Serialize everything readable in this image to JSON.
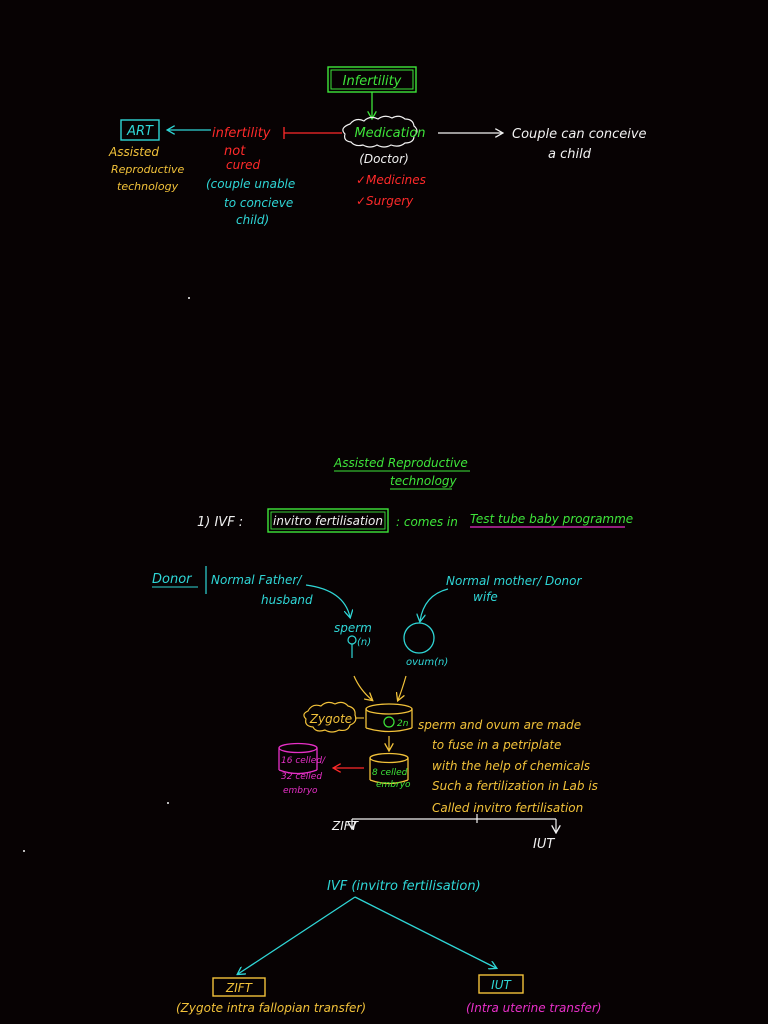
{
  "colors": {
    "background": "#070203",
    "green": "#3ee53a",
    "cyan": "#2fd6d6",
    "yellow": "#f2c23a",
    "red": "#ff2a2a",
    "white": "#f2f2f2",
    "magenta": "#e830c8",
    "brown": "#d4a82a"
  },
  "top": {
    "infertility": "Infertility",
    "medication": "Medication",
    "doctor": "(Doctor)",
    "medicines": "✓Medicines",
    "surgery": "✓Surgery",
    "couple_line1": "Couple can conceive",
    "couple_line2": "a child",
    "not_cured_1": "infertility",
    "not_cured_2": "not",
    "not_cured_3": "cured",
    "unable_1": "(couple unable",
    "unable_2": "to concieve",
    "unable_3": "child)",
    "art": "ART",
    "art_full_1": "Assisted",
    "art_full_2": "Reproductive",
    "art_full_3": "technology"
  },
  "section2": {
    "heading_1": "Assisted Reproductive",
    "heading_2": "technology",
    "ivf_num": "1) IVF :",
    "ivf_box": "invitro fertilisation",
    "comes_in": ": comes in",
    "test_tube": "Test tube baby programme",
    "donor": "Donor",
    "father_1": "Normal Father/",
    "father_2": "husband",
    "mother_1": "Normal mother/ Donor",
    "mother_2": "wife",
    "sperm": "sperm",
    "sperm_n": "(n)",
    "ovum": "ovum(n)",
    "zygote": "Zygote",
    "two_n": "2n",
    "eight_1": "8 celled",
    "eight_2": "embryo",
    "sixteen_1": "16 celled/",
    "sixteen_2": "32 celled",
    "sixteen_3": "embryo",
    "note_1": "sperm and ovum are made",
    "note_2": "to fuse in a petriplate",
    "note_3": "with the help of chemicals",
    "note_4": "Such a fertilization in Lab is",
    "note_5": "Called invitro fertilisation",
    "zift_label": "ZIFT",
    "iut_label": "IUT"
  },
  "section3": {
    "ivf_title": "IVF (invitro fertilisation)",
    "zift": "ZIFT",
    "zift_full": "(Zygote intra fallopian transfer)",
    "iut": "IUT",
    "iut_full": "(Intra uterine transfer)"
  }
}
